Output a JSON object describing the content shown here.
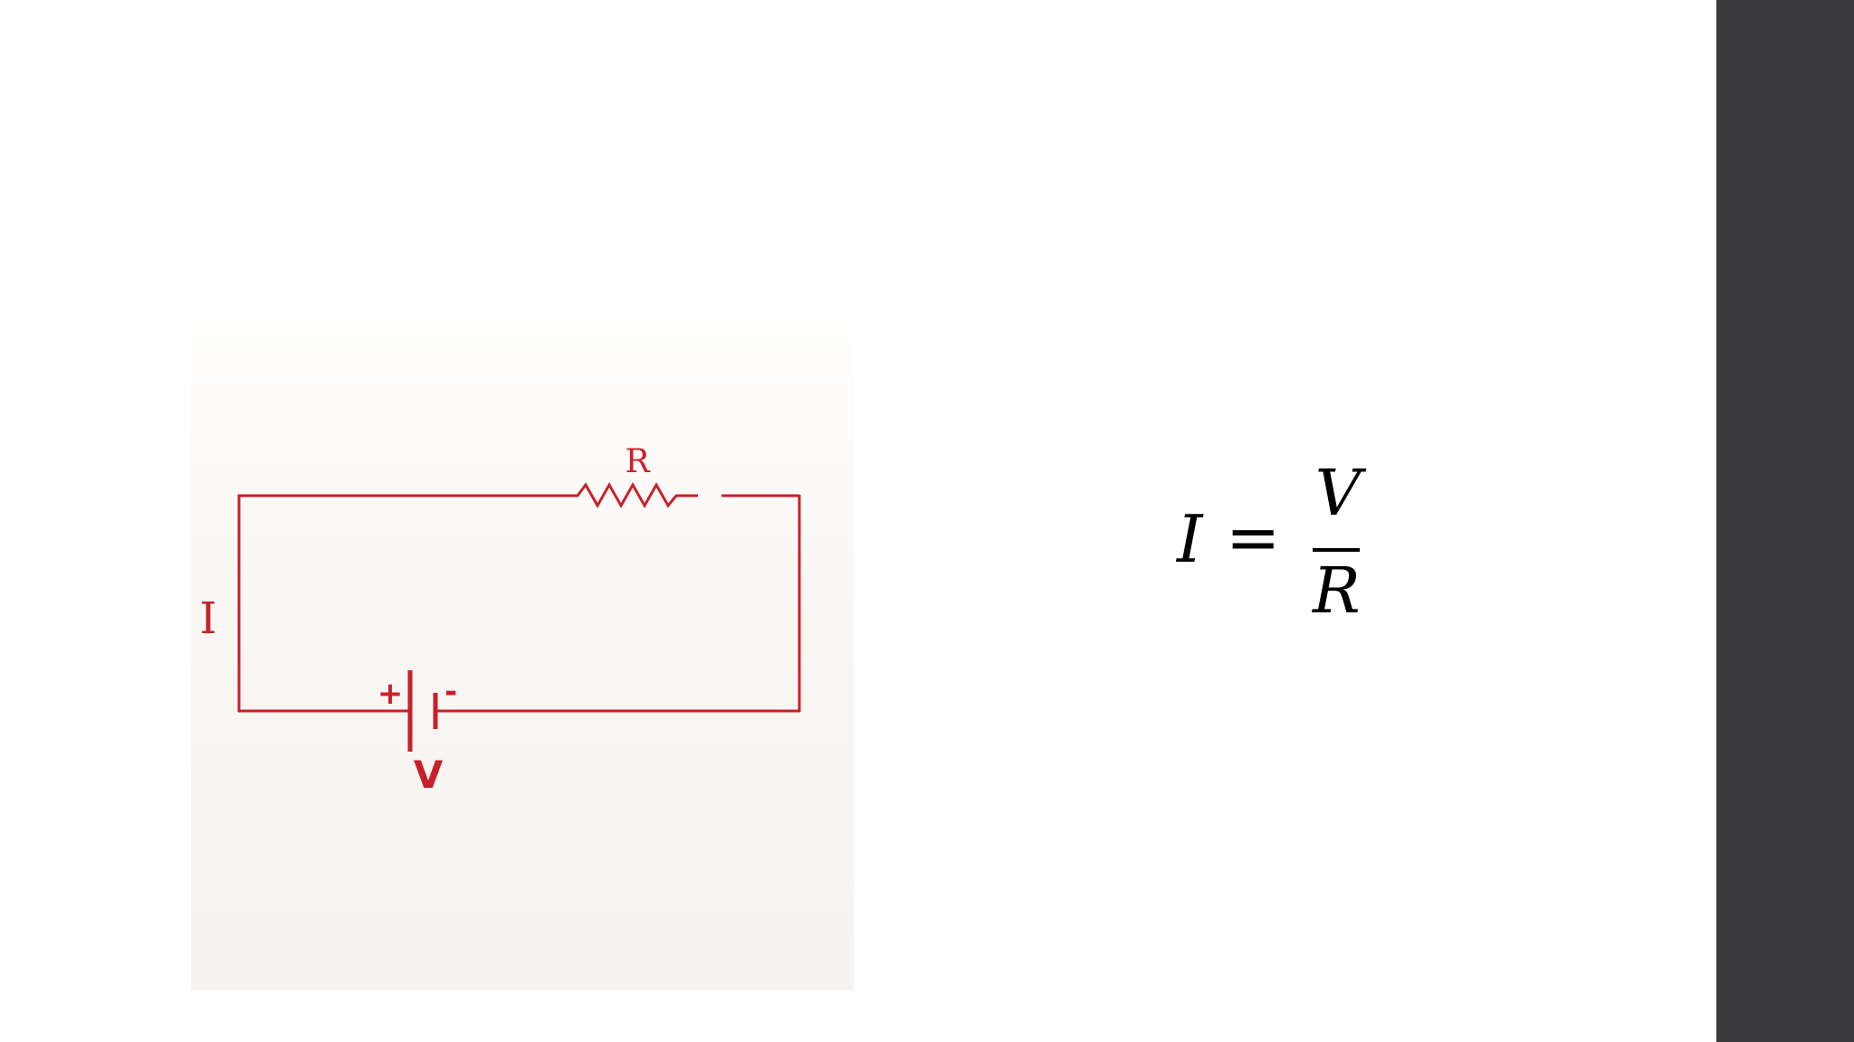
{
  "circuit": {
    "labels": {
      "resistor": "R",
      "current": "I",
      "voltage": "V",
      "positive": "+",
      "negative": "-"
    },
    "wire_color": "#c8202a"
  },
  "formula": {
    "lhs": "I",
    "operator": "=",
    "numerator": "V",
    "denominator": "R"
  },
  "colors": {
    "sidebar": "#3a3a3c",
    "background": "#ffffff",
    "circuit_red": "#c8202a"
  }
}
